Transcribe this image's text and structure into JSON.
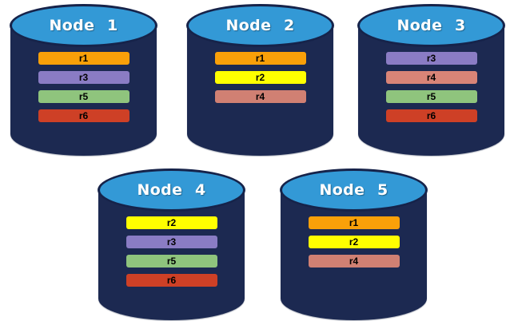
{
  "colors": {
    "background": "#FFFFFF",
    "cylinder_body": "#1C2951",
    "cylinder_top_fill": "#3399D6",
    "cylinder_outline": "#16234A",
    "node_title_text": "#FFFFFF",
    "replica_label_text": "#000000",
    "replica_palette": {
      "r1": "#F9A009",
      "r2": "#FFFF00",
      "r3": "#8A7CC4",
      "r4": "#D08073",
      "r5": "#8FC47D",
      "r6": "#CE4026"
    }
  },
  "nodes": [
    {
      "title": "Node 1",
      "replicas": [
        {
          "label": "r1",
          "color": "#F9A009"
        },
        {
          "label": "r3",
          "color": "#8A7CC4"
        },
        {
          "label": "r5",
          "color": "#8FC47D"
        },
        {
          "label": "r6",
          "color": "#CE4026"
        }
      ]
    },
    {
      "title": "Node 2",
      "replicas": [
        {
          "label": "r1",
          "color": "#F9A009"
        },
        {
          "label": "r2",
          "color": "#FFFF00"
        },
        {
          "label": "r4",
          "color": "#D08073"
        }
      ]
    },
    {
      "title": "Node 3",
      "replicas": [
        {
          "label": "r3",
          "color": "#8A7CC4"
        },
        {
          "label": "r4",
          "color": "#D98477"
        },
        {
          "label": "r5",
          "color": "#8FC47D"
        },
        {
          "label": "r6",
          "color": "#CE4026"
        }
      ]
    },
    {
      "title": "Node 4",
      "replicas": [
        {
          "label": "r2",
          "color": "#FFFF00"
        },
        {
          "label": "r3",
          "color": "#8A7CC4"
        },
        {
          "label": "r5",
          "color": "#8FC47D"
        },
        {
          "label": "r6",
          "color": "#CE4026"
        }
      ]
    },
    {
      "title": "Node 5",
      "replicas": [
        {
          "label": "r1",
          "color": "#F9A009"
        },
        {
          "label": "r2",
          "color": "#FFFF00"
        },
        {
          "label": "r4",
          "color": "#D08073"
        }
      ]
    }
  ]
}
